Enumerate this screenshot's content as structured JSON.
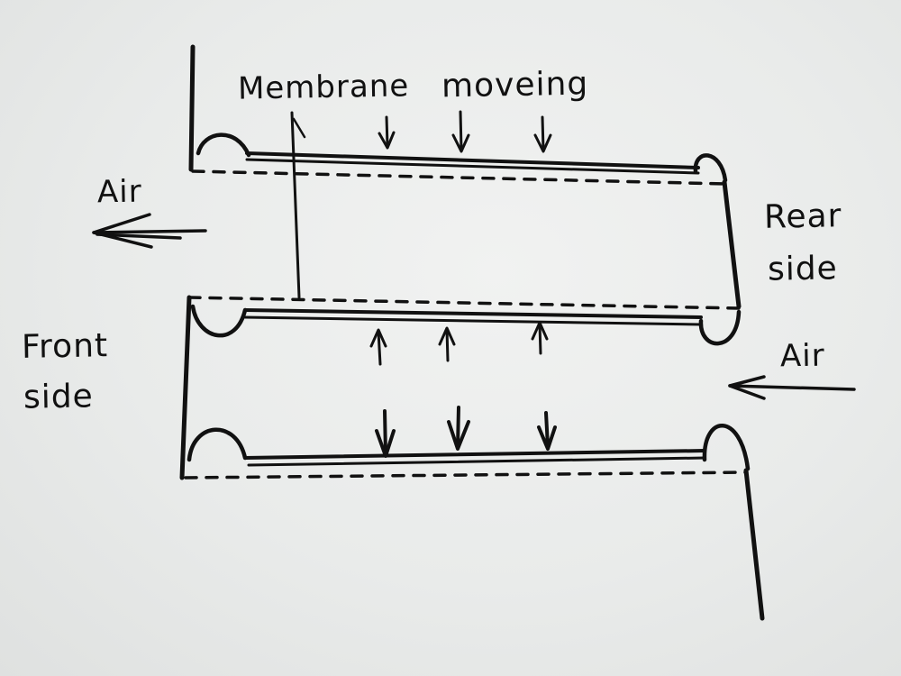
{
  "diagram": {
    "labels": {
      "membrane": "Membrane",
      "moving": "moveing",
      "air_left": "Air",
      "air_right": "Air",
      "rear": "Rear",
      "rear_side": "side",
      "front": "Front",
      "front_side": "side"
    },
    "ink_color": "#111111",
    "paper_color": "#ecedec"
  }
}
